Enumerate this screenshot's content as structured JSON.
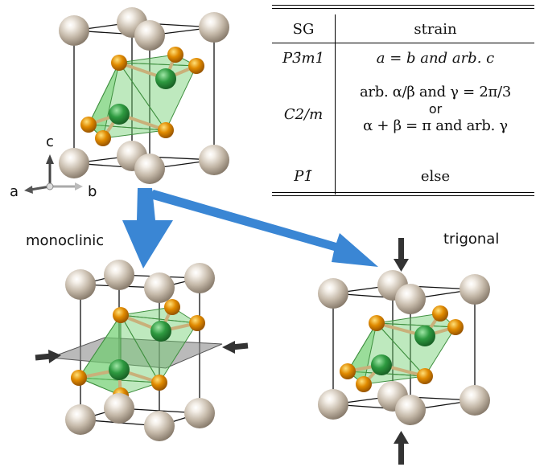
{
  "table": {
    "header_sg": "SG",
    "header_strain": "strain",
    "row1_sg": "P3̄m1",
    "row1_strain": "a = b and arb. c",
    "row2_sg": "C2/m",
    "row2_strain_line1": "arb. α/β and γ = 2π/3",
    "row2_strain_or": "or",
    "row2_strain_line3": "α + β = π and arb. γ",
    "row3_sg": "P1̄",
    "row3_strain": "else"
  },
  "labels": {
    "monoclinic": "monoclinic",
    "trigonal": "trigonal",
    "axis_a": "a",
    "axis_b": "b",
    "axis_c": "c"
  },
  "colors": {
    "atom_large": "#c4b8a8",
    "atom_green": "#2e9a40",
    "atom_orange": "#e08a00",
    "octahedron": "#6fcf6f",
    "arrow_blue": "#3a86d4",
    "plane_gray": "#8c8c8c",
    "force_arrow": "#333333"
  }
}
